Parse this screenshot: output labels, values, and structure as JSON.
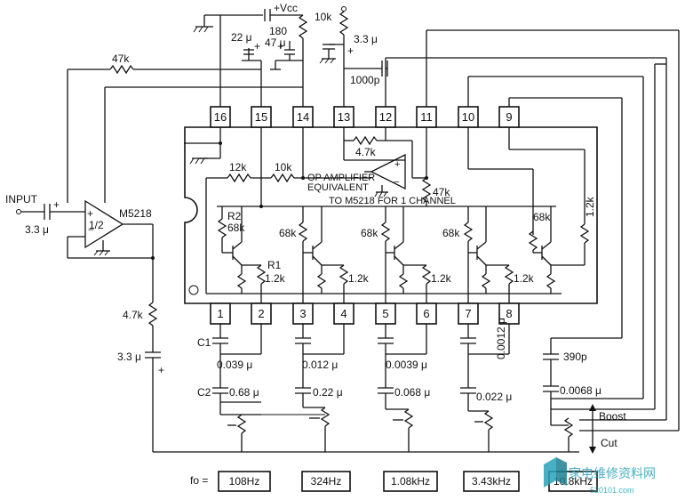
{
  "ic": {
    "top_pins": [
      "16",
      "15",
      "14",
      "13",
      "12",
      "11",
      "10",
      "9"
    ],
    "bottom_pins": [
      "1",
      "2",
      "3",
      "4",
      "5",
      "6",
      "7",
      "8"
    ],
    "internal_labels": {
      "opamp_equiv_1": "OP AMPLIFIER",
      "opamp_equiv_2": "EQUIVALENT",
      "for_channel": "TO M5218 FOR 1 CHANNEL",
      "r_4k7": "4.7k",
      "r_47k": "47k",
      "r_12k": "12k",
      "r_10k": "10k",
      "r2": "R2",
      "r1": "R1",
      "r_68k": "68k",
      "r_1k2": "1.2k",
      "plus": "+",
      "minus": "−"
    }
  },
  "external": {
    "vcc": "+Vcc",
    "r_180": "180",
    "r_10k": "10k",
    "c_22u": "22 μ",
    "c_47u": "47 μ",
    "c_3u3_top": "3.3 μ",
    "c_1000p": "1000p",
    "r_47k_fb": "47k",
    "input": "INPUT",
    "c_input": "3.3 μ",
    "amp_name": "M5218",
    "amp_half": "1/2",
    "r_4k7_out": "4.7k",
    "c_3u3_out": "3.3 μ",
    "c1": "C1",
    "c2": "C2",
    "plus": "+",
    "boost": "Boost",
    "cut": "Cut"
  },
  "bands": [
    {
      "c1": "0.039 μ",
      "c2": "0.68 μ",
      "fo": "108Hz"
    },
    {
      "c1": "0.012 μ",
      "c2": "0.22 μ",
      "fo": "324Hz"
    },
    {
      "c1": "0.0039 μ",
      "c2": "0.068 μ",
      "fo": "1.08kHz"
    },
    {
      "c1": "0.0012 μ",
      "c2": "0.022 μ",
      "fo": "3.43kHz"
    },
    {
      "c1": "390p",
      "c2": "0.0068 μ",
      "fo": "10.8kHz"
    }
  ],
  "fo_label": "fo =",
  "watermark": {
    "text": "家电维修资料网",
    "url": "520101.com"
  }
}
